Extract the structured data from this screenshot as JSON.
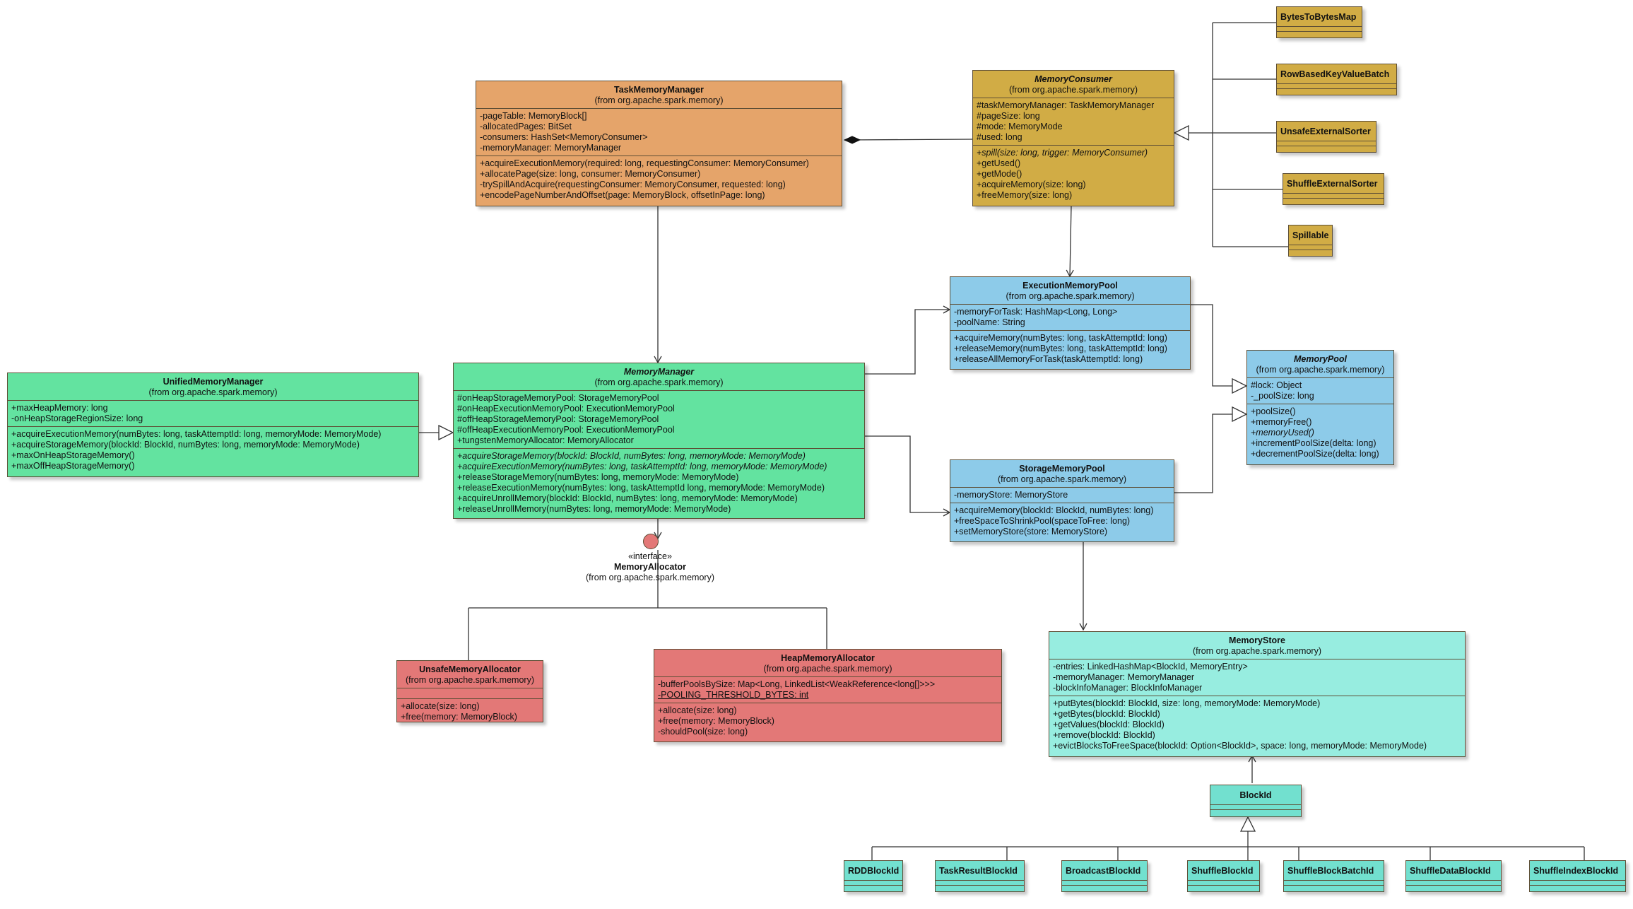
{
  "classes": {
    "task_memory_manager": {
      "name": "TaskMemoryManager",
      "package": "(from org.apache.spark.memory)",
      "attributes": [
        "-pageTable: MemoryBlock[]",
        "-allocatedPages: BitSet",
        "-consumers: HashSet<MemoryConsumer>",
        "-memoryManager: MemoryManager"
      ],
      "operations": [
        "+acquireExecutionMemory(required: long, requestingConsumer: MemoryConsumer)",
        "+allocatePage(size: long, consumer: MemoryConsumer)",
        "-trySpillAndAcquire(requestingConsumer: MemoryConsumer, requested: long)",
        "+encodePageNumberAndOffset(page: MemoryBlock, offsetInPage: long)"
      ]
    },
    "memory_consumer": {
      "name": "MemoryConsumer",
      "package": "(from org.apache.spark.memory)",
      "attributes": [
        "#taskMemoryManager: TaskMemoryManager",
        "#pageSize: long",
        "#mode: MemoryMode",
        "#used: long"
      ],
      "operations": [
        "+spill(size: long, trigger: MemoryConsumer)",
        "+getUsed()",
        "+getMode()",
        "+acquireMemory(size: long)",
        "+freeMemory(size: long)"
      ]
    },
    "execution_memory_pool": {
      "name": "ExecutionMemoryPool",
      "package": "(from org.apache.spark.memory)",
      "attributes": [
        "-memoryForTask: HashMap<Long, Long>",
        "-poolName: String"
      ],
      "operations": [
        "+acquireMemory(numBytes: long, taskAttemptId: long)",
        "+releaseMemory(numBytes: long, taskAttemptId: long)",
        "+releaseAllMemoryForTask(taskAttemptId: long)"
      ]
    },
    "memory_pool": {
      "name": "MemoryPool",
      "package": "(from org.apache.spark.memory)",
      "attributes": [
        "#lock: Object",
        "-_poolSize: long"
      ],
      "operations": [
        "+poolSize()",
        "+memoryFree()",
        "+memoryUsed()",
        "+incrementPoolSize(delta: long)",
        "+decrementPoolSize(delta: long)"
      ]
    },
    "unified_memory_manager": {
      "name": "UnifiedMemoryManager",
      "package": "(from org.apache.spark.memory)",
      "attributes": [
        "+maxHeapMemory: long",
        "-onHeapStorageRegionSize: long"
      ],
      "operations": [
        "+acquireExecutionMemory(numBytes: long, taskAttemptId: long, memoryMode: MemoryMode)",
        "+acquireStorageMemory(blockId: BlockId, numBytes: long, memoryMode: MemoryMode)",
        "+maxOnHeapStorageMemory()",
        "+maxOffHeapStorageMemory()"
      ]
    },
    "memory_manager": {
      "name": "MemoryManager",
      "package": "(from org.apache.spark.memory)",
      "attributes": [
        "#onHeapStorageMemoryPool: StorageMemoryPool",
        "#onHeapExecutionMemoryPool: ExecutionMemoryPool",
        "#offHeapStorageMemoryPool: StorageMemoryPool",
        "#offHeapExecutionMemoryPool: ExecutionMemoryPool",
        "+tungstenMemoryAllocator: MemoryAllocator"
      ],
      "operations": [
        "+acquireStorageMemory(blockId: BlockId, numBytes: long, memoryMode: MemoryMode)",
        "+acquireExecutionMemory(numBytes: long, taskAttemptId: long, memoryMode: MemoryMode)",
        "+releaseStorageMemory(numBytes: long, memoryMode: MemoryMode)",
        "+releaseExecutionMemory(numBytes: long, taskAttemptId long, memoryMode: MemoryMode)",
        "+acquireUnrollMemory(blockId: BlockId, numBytes: long, memoryMode: MemoryMode)",
        "+releaseUnrollMemory(numBytes: long, memoryMode: MemoryMode)"
      ]
    },
    "storage_memory_pool": {
      "name": "StorageMemoryPool",
      "package": "(from org.apache.spark.memory)",
      "attributes": [
        "-memoryStore: MemoryStore"
      ],
      "operations": [
        "+acquireMemory(blockId: BlockId, numBytes: long)",
        "+freeSpaceToShrinkPool(spaceToFree: long)",
        "+setMemoryStore(store: MemoryStore)"
      ]
    },
    "unsafe_memory_allocator": {
      "name": "UnsafeMemoryAllocator",
      "package": "(from org.apache.spark.memory)",
      "attributes": [],
      "operations": [
        "+allocate(size: long)",
        "+free(memory: MemoryBlock)"
      ]
    },
    "heap_memory_allocator": {
      "name": "HeapMemoryAllocator",
      "package": "(from org.apache.spark.memory)",
      "attributes": [
        "-bufferPoolsBySize: Map<Long, LinkedList<WeakReference<long[]>>>",
        "-POOLING_THRESHOLD_BYTES: int"
      ],
      "operations": [
        "+allocate(size: long)",
        "+free(memory: MemoryBlock)",
        "-shouldPool(size: long)"
      ]
    },
    "memory_store": {
      "name": "MemoryStore",
      "package": "(from org.apache.spark.memory)",
      "attributes": [
        "-entries: LinkedHashMap<BlockId, MemoryEntry>",
        "-memoryManager: MemoryManager",
        "-blockInfoManager: BlockInfoManager"
      ],
      "operations": [
        "+putBytes(blockId: BlockId, size: long, memoryMode: MemoryMode)",
        "+getBytes(blockId: BlockId)",
        "+getValues(blockId: BlockId)",
        "+remove(blockId: BlockId)",
        "+evictBlocksToFreeSpace(blockId: Option<BlockId>, space: long, memoryMode: MemoryMode)"
      ]
    }
  },
  "interface": {
    "stereotype": "«interface»",
    "name": "MemoryAllocator",
    "package": "(from org.apache.spark.memory)"
  },
  "consumer_subclasses": [
    "BytesToBytesMap",
    "RowBasedKeyValueBatch",
    "UnsafeExternalSorter",
    "ShuffleExternalSorter",
    "Spillable"
  ],
  "block_id": "BlockId",
  "block_id_subclasses": [
    "RDDBlockId",
    "TaskResultBlockId",
    "BroadcastBlockId",
    "ShuffleBlockId",
    "ShuffleBlockBatchId",
    "ShuffleDataBlockId",
    "ShuffleIndexBlockId"
  ],
  "colors": {
    "task_memory_manager": "#e5a46a",
    "memory_consumer": "#d1ac45",
    "memory_pools": "#8dcbe9",
    "memory_managers": "#63e3a0",
    "allocators": "#e37877",
    "memory_store": "#97ede0",
    "block_ids": "#72e0cf"
  }
}
